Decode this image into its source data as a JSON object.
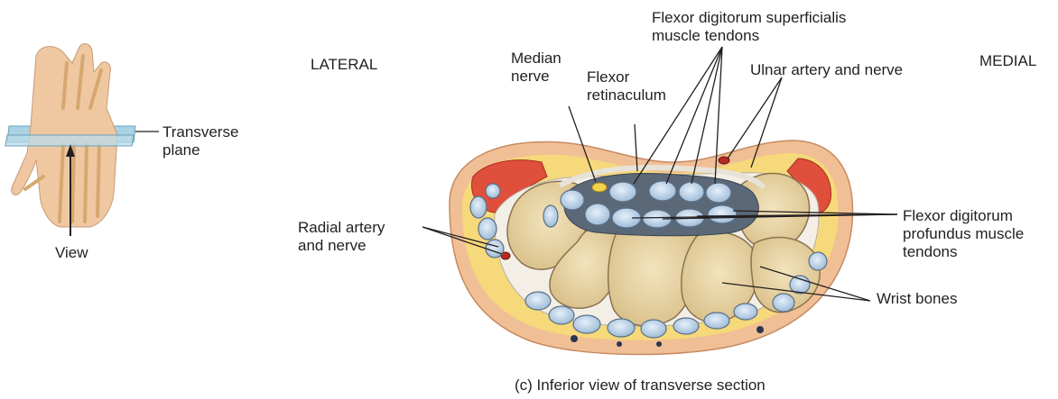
{
  "labels": {
    "lateral": "LATERAL",
    "medial": "MEDIAL",
    "median_nerve": "Median\nnerve",
    "flexor_retinaculum": "Flexor\nretinaculum",
    "fds": "Flexor digitorum superficialis\nmuscle tendons",
    "ulnar": "Ulnar artery and nerve",
    "transverse_plane": "Transverse\nplane",
    "view": "View",
    "radial": "Radial artery\nand nerve",
    "fdp": "Flexor digitorum\nprofundus muscle\ntendons",
    "wrist_bones": "Wrist bones",
    "caption": "(c) Inferior view of transverse section"
  },
  "colors": {
    "skin": "#f1bf95",
    "fat": "#f5d97a",
    "muscle": "#e04e3c",
    "bone": "#e9d6a6",
    "tendon": "#c5d9ec",
    "sheath": "#5b6878",
    "plane": "#a9d3e3",
    "artery": "#b52a22"
  }
}
